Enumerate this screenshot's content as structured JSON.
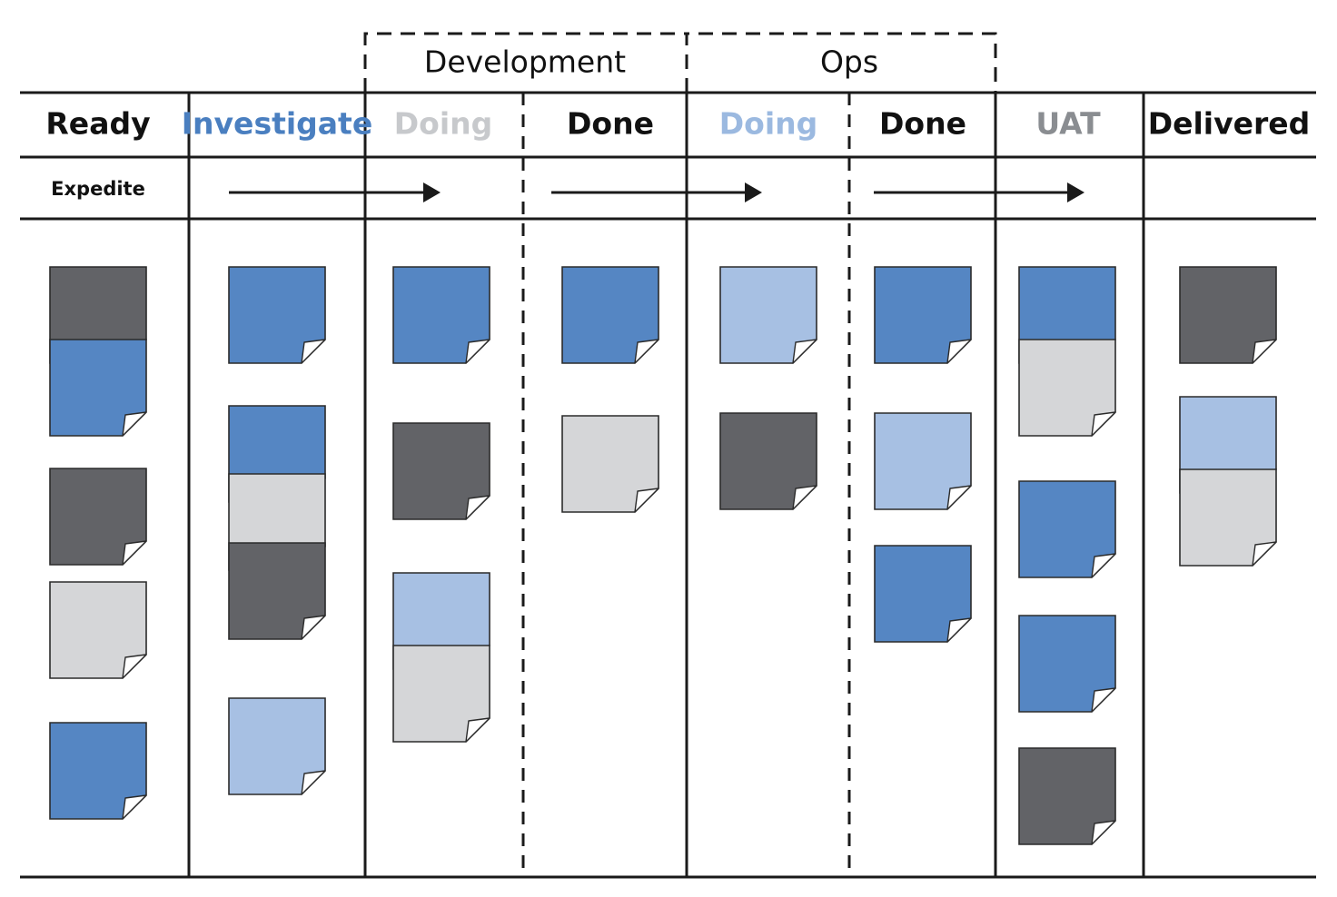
{
  "colors": {
    "line": "#1a1a1a",
    "dark": "#626367",
    "blue": "#5586c3",
    "light_blue": "#a7c0e3",
    "grey": "#d5d6d8",
    "heading_blue": "#4a7fc0",
    "heading_light_blue": "#9bb9e0",
    "heading_faint": "#c7c9cc",
    "heading_grey": "#8a8d91",
    "heading_dark": "#111111"
  },
  "groups": [
    {
      "label": "Development"
    },
    {
      "label": "Ops"
    }
  ],
  "columns": [
    {
      "label": "Ready",
      "color": "heading_dark"
    },
    {
      "label": "Investigate",
      "color": "heading_blue"
    },
    {
      "label": "Doing",
      "color": "heading_faint"
    },
    {
      "label": "Done",
      "color": "heading_dark"
    },
    {
      "label": "Doing",
      "color": "heading_light_blue"
    },
    {
      "label": "Done",
      "color": "heading_dark"
    },
    {
      "label": "UAT",
      "color": "heading_grey"
    },
    {
      "label": "Delivered",
      "color": "heading_dark"
    }
  ],
  "lane": {
    "label": "Expedite"
  },
  "cards": [
    [
      "dark",
      "blue",
      "dark",
      "grey",
      "blue"
    ],
    [
      "blue",
      "blue",
      "grey",
      "dark",
      "light_blue"
    ],
    [
      "blue",
      "dark",
      "light_blue",
      "grey"
    ],
    [
      "blue",
      "grey"
    ],
    [
      "light_blue",
      "dark"
    ],
    [
      "blue",
      "light_blue",
      "blue"
    ],
    [
      "blue",
      "grey",
      "blue",
      "blue",
      "dark"
    ],
    [
      "dark",
      "light_blue",
      "grey"
    ]
  ]
}
